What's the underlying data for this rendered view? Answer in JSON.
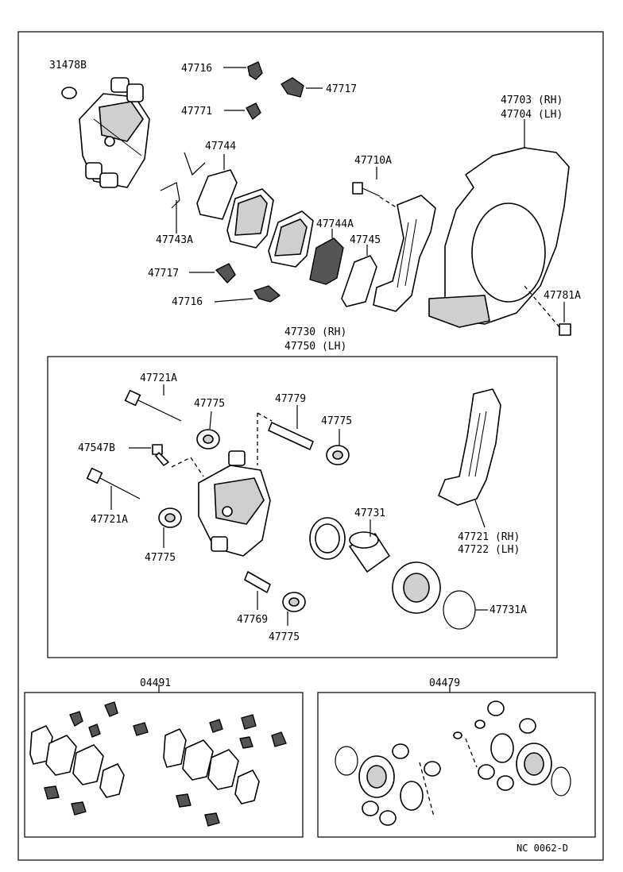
{
  "labels": {
    "p31478b": "31478B",
    "p47716a": "47716",
    "p47717a": "47717",
    "p47771": "47771",
    "p47703": "47703 (RH)",
    "p47704": "47704 (LH)",
    "p47744": "47744",
    "p47710a": "47710A",
    "p47744a": "47744A",
    "p47745": "47745",
    "p47743a": "47743A",
    "p47717b": "47717",
    "p47716b": "47716",
    "p47781a": "47781A",
    "p47730": "47730 (RH)",
    "p47750": "47750 (LH)",
    "p47721a_top": "47721A",
    "p47775_a": "47775",
    "p47779": "47779",
    "p47775_b": "47775",
    "p47547b": "47547B",
    "p47721a_bot": "47721A",
    "p47775_c": "47775",
    "p47731": "47731",
    "p47721": "47721 (RH)",
    "p47722": "47722 (LH)",
    "p47769": "47769",
    "p47775_d": "47775",
    "p47731a": "47731A",
    "p04491": "04491",
    "p04479": "04479",
    "drawing_code": "NC  0062-D"
  }
}
